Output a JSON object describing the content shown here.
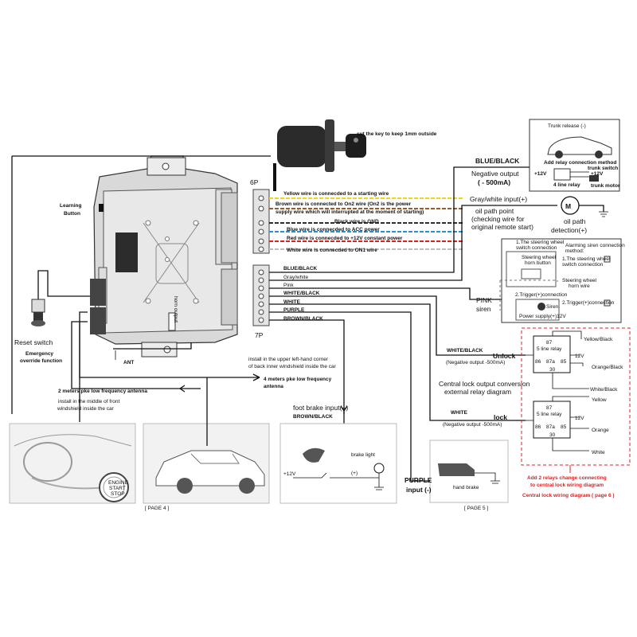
{
  "header": {
    "key_note": "cut the key  to keep 1mm outside"
  },
  "unit": {
    "learning_button": "Learning\nButton",
    "horn_output": "horn output",
    "connector_6p": "6P",
    "connector_7p": "7P",
    "ant": "ANT"
  },
  "wires_6p": [
    {
      "text": "Yellow wire is connecded to a starting wire",
      "color": "#f2d21c"
    },
    {
      "text": "Brown wire is connected to On2 wire (On2 is the power",
      "text2": "supply wire which will interrupted at the moment of starting)",
      "color": "#9a5b2a"
    },
    {
      "text": "Black wire is GND",
      "color": "#111111"
    },
    {
      "text": "Blue wire is connecded to ACC power",
      "color": "#2a8fd6"
    },
    {
      "text": "Red wire is connecded to +12V constant power",
      "color": "#e02020"
    },
    {
      "text": "White wire is connecded to ON1 wire",
      "color": "#c8c8c8"
    }
  ],
  "wires_7p": [
    "BLUE/BLACK",
    "Gray/white",
    "Pink",
    "WHITE/BLACK",
    "WHITE",
    "PURPLE",
    "BROWN/BLACK"
  ],
  "trunk": {
    "title": "Trunk release (-)",
    "add_relay": "Add relay connection method",
    "plus12": "+12V",
    "relay": "4 line relay",
    "trunk_switch": "trunk switch",
    "plus12b": "+12V",
    "trunk_motor": "trunk motor"
  },
  "blue_black": {
    "label": "BLUE/BLACK",
    "desc1": "Negative output",
    "desc2": "( - 500mA)"
  },
  "oil": {
    "input": "Gray/white  input(+)",
    "point1": "oil path point",
    "point2": "(checking wire for",
    "point3": "original remote start)",
    "motor": "M",
    "detect1": "oil path",
    "detect2": "detection(+)"
  },
  "siren_box": {
    "title1": "1.The steering wheel",
    "title2": "switch connection",
    "horn_button": "Steering wheel",
    "horn_button2": "horn button",
    "method_title": "Alarming siren connection",
    "method_title2": "method:",
    "opt1": "1.The steering wheel",
    "opt1b": "switch connection",
    "steer_horn": "Steering wheel",
    "steer_horn2": "horn wire",
    "trigger": "2.Trigger(+)connection",
    "opt2": "2.Trigger(+)connection",
    "siren": "Siren",
    "power": "Power supply(+)12V"
  },
  "pink": {
    "label": "PINK",
    "siren": "siren"
  },
  "unlock": {
    "wire": "WHITE/BLACK",
    "title": "Unlock",
    "desc": "(Negative output -500mA)"
  },
  "lock": {
    "wire": "WHITE",
    "title": "lock",
    "desc": "(Negative output -500mA)"
  },
  "conversion": {
    "line1": "Central lock output conversion",
    "line2": "external relay diagram"
  },
  "relay1": {
    "pin87": "87",
    "name": "5 line relay",
    "pin86": "86",
    "pin87a": "87a",
    "pin85": "85",
    "pin30": "30",
    "v12": "12V",
    "c_top": "Yellow/Black",
    "c_mid": "Orange/Black",
    "c_bot": "White/Black"
  },
  "relay2": {
    "pin87": "87",
    "name": "5 line relay",
    "pin86": "86",
    "pin87a": "87a",
    "pin85": "85",
    "pin30": "30",
    "v12": "12V",
    "c_top": "Yellow",
    "c_mid": "Orange",
    "c_bot": "White"
  },
  "relay_note": {
    "line1": "Add 2 relays  change  connecting",
    "line2": "to central lock wiring  diagram",
    "line3": "Central lock wiring diagram  ( page 6 )"
  },
  "antenna": {
    "install4": "install in the  upper left-hand corner",
    "install4b": "of back inner windshield inside the car",
    "title4": "4 meters pke low frequency",
    "title4b": "antenna",
    "title2": "2 meters pke low frequency antenna",
    "install2": "install in the  middle of front",
    "install2b": "windshield inside the car"
  },
  "reset": {
    "label": "Reset switch",
    "emergency": "Emergency",
    "emergency2": "override function"
  },
  "brake": {
    "foot": "foot brake input(+)",
    "wire": "BROWN/BLACK",
    "plus12": "+12V",
    "light": "brake light",
    "plus": "(+)"
  },
  "purple": {
    "label": "PURPLE",
    "input": "input (-)",
    "hand_brake": "hand brake"
  },
  "pages": {
    "left": "[ PAGE 4 ]",
    "right": "[ PAGE 5 ]"
  },
  "start_stop": {
    "l1": "ENGINE",
    "l2": "START",
    "l3": "STOP"
  }
}
